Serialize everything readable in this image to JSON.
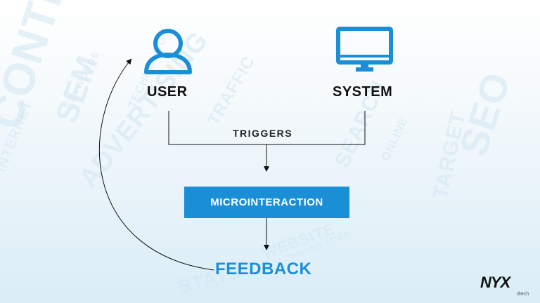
{
  "nodes": {
    "user": {
      "label": "USER",
      "icon": "user-icon"
    },
    "system": {
      "label": "SYSTEM",
      "icon": "monitor-icon"
    },
    "triggers": {
      "label": "TRIGGERS"
    },
    "microinteraction": {
      "label": "MICROINTERACTION"
    },
    "feedback": {
      "label": "FEEDBACK"
    }
  },
  "watermark_words": [
    "CONTENT",
    "SEM",
    "ADVERTISING",
    "KEYWORDS",
    "TECHNOLOGY",
    "TRAFFIC",
    "SEARCH",
    "ONLINE",
    "SEO",
    "TARGET",
    "WEBSITE",
    "COMMUNICATION",
    "INTERNET",
    "STATS"
  ],
  "logo": {
    "text": "NYX",
    "subtext": "dtech"
  },
  "colors": {
    "accent": "#1a8fd6",
    "text": "#111111",
    "watermark": "#d2e6f2"
  }
}
